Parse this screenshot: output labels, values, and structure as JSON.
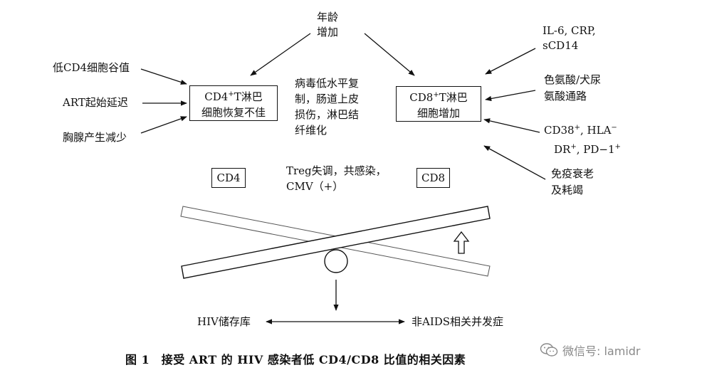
{
  "center_top": {
    "line1": "年龄",
    "line2": "增加"
  },
  "left_factors": [
    "低CD4细胞谷值",
    "ART起始延迟",
    "胸腺产生减少"
  ],
  "cd4_box": {
    "prefix": "CD4",
    "sup": "+",
    "rest": "T淋巴",
    "line2": "细胞恢复不佳"
  },
  "cd8_box": {
    "prefix": "CD8",
    "sup": "+",
    "rest": "T淋巴",
    "line2": "细胞增加"
  },
  "middle_text": [
    "病毒低水平复",
    "制，肠道上皮",
    "损伤，淋巴结",
    "纤维化"
  ],
  "right_factors": {
    "r1": [
      "IL-6, CRP,",
      "sCD14"
    ],
    "r2": [
      "色氨酸/犬尿",
      "氨酸通路"
    ],
    "r3": {
      "l1_a": "CD38",
      "l1_a_sup": "+",
      "l1_b": ", HLA",
      "l1_b_sup": "−",
      "l2_a": "DR",
      "l2_a_sup": "+",
      "l2_b": ", PD−1",
      "l2_b_sup": "+"
    },
    "r4": [
      "免疫衰老",
      "及耗竭"
    ]
  },
  "seesaw": {
    "left_label": "CD4",
    "right_label": "CD8",
    "center_text": [
      "Treg失调，共感染，",
      "CMV（+）"
    ]
  },
  "bottom": {
    "left": "HIV储存库",
    "right": "非AIDS相关并发症"
  },
  "caption": "图 1　接受 ART 的 HIV 感染者低 CD4/CD8 比值的相关因素",
  "watermark": "微信号: lamidr"
}
